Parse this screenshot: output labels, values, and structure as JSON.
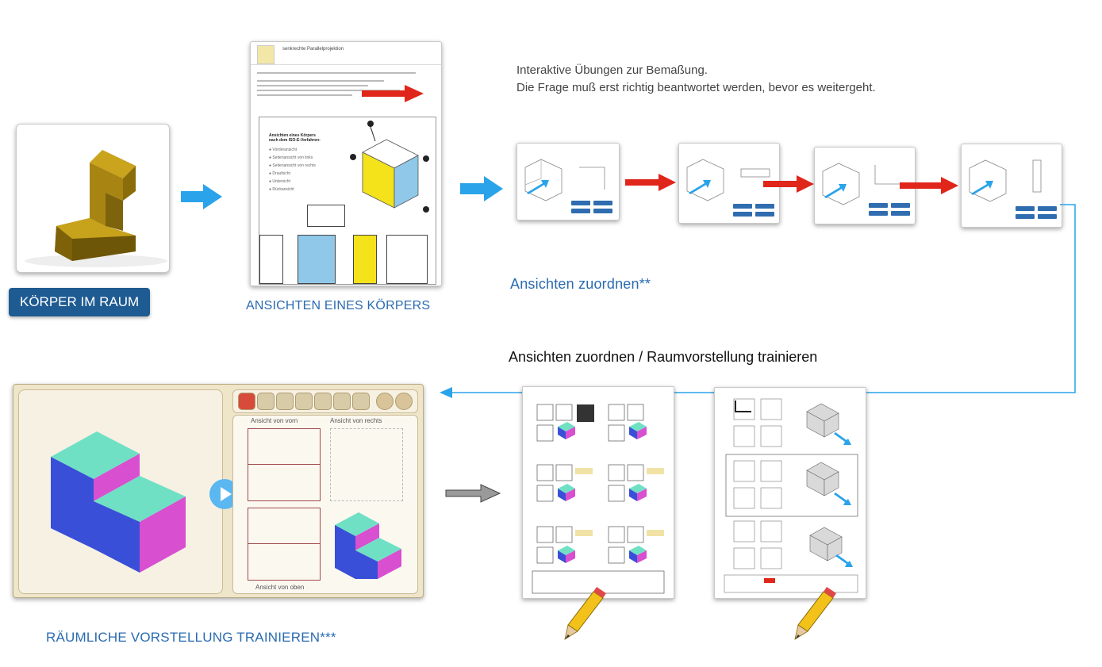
{
  "labels": {
    "koerper_im_raum": "KÖRPER IM RAUM",
    "ansichten_eines_koerpers": "ANSICHTEN EINES KÖRPERS",
    "ansichten_zuordnen": "Ansichten zuordnen**",
    "raeumliche_vorstellung": "RÄUMLICHE VORSTELLUNG TRAINIEREN***",
    "raumvorstellung_heading": "Ansichten zuordnen / Raumvorstellung trainieren"
  },
  "intro": {
    "line1": "Interaktive Übungen zur Bemaßung.",
    "line2": "Die Frage muß erst richtig beantwortet werden, bevor es weitergeht."
  },
  "worksheet": {
    "title": "senkrechte Parallelprojektion",
    "legend_title": "Ansichten eines Körpers nach dem ISO-E-Verfahren:",
    "legend_items": [
      "Vorderansicht",
      "Seitenansicht von links",
      "Seitenansicht von rechts",
      "Draufsicht",
      "Untersicht",
      "Rückansicht"
    ]
  },
  "app": {
    "label_front": "Ansicht von vorn",
    "label_right": "Ansicht von rechts",
    "label_top": "Ansicht von oben"
  },
  "colors": {
    "caption_blue": "#2a6bb0",
    "badge_bg": "#1e5b92",
    "arrow_blue": "#2aa3ea",
    "arrow_red": "#e0261b",
    "cube_top": "#6fe0c4",
    "cube_left": "#3a4fd8",
    "cube_right": "#d84fd0"
  }
}
